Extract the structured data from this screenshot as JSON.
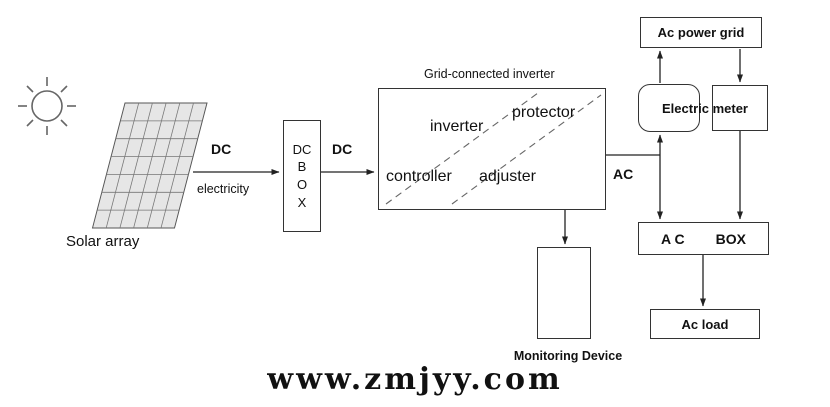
{
  "labels": {
    "solar_array": "Solar array",
    "dc_electricity": "DC",
    "electricity": "electricity",
    "dc_box": [
      "DC",
      "B",
      "O",
      "X"
    ],
    "dc_to_inverter": "DC",
    "inverter_title": "Grid-connected inverter",
    "inverter": "inverter",
    "protector": "protector",
    "controller": "controller",
    "adjuster": "adjuster",
    "ac": "AC",
    "ac_power_grid": "Ac power grid",
    "electric_meter": "Electric meter",
    "ac_box_left": "A C",
    "ac_box_right": "BOX",
    "ac_load": "Ac load",
    "monitoring_device": "Monitoring Device",
    "watermark": "www.zmjyy.com"
  },
  "colors": {
    "line": "#222222",
    "dashed_line": "#666666",
    "panel_fill": "#e6e6e6",
    "background": "#ffffff"
  }
}
